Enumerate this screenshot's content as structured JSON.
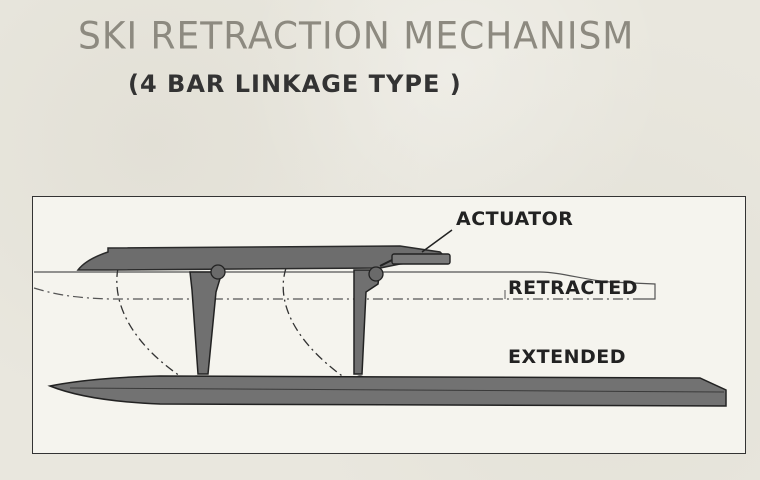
{
  "title": "SKI RETRACTION MECHANISM",
  "subtitle": "(4 BAR LINKAGE TYPE )",
  "labels": {
    "actuator": "ACTUATOR",
    "retracted": "RETRACTED",
    "extended": "EXTENDED"
  },
  "colors": {
    "ink": "#222222",
    "part_fill": "#6a6a6a",
    "paper": "#e9e7de",
    "frame_bg": "#f5f4ee"
  }
}
